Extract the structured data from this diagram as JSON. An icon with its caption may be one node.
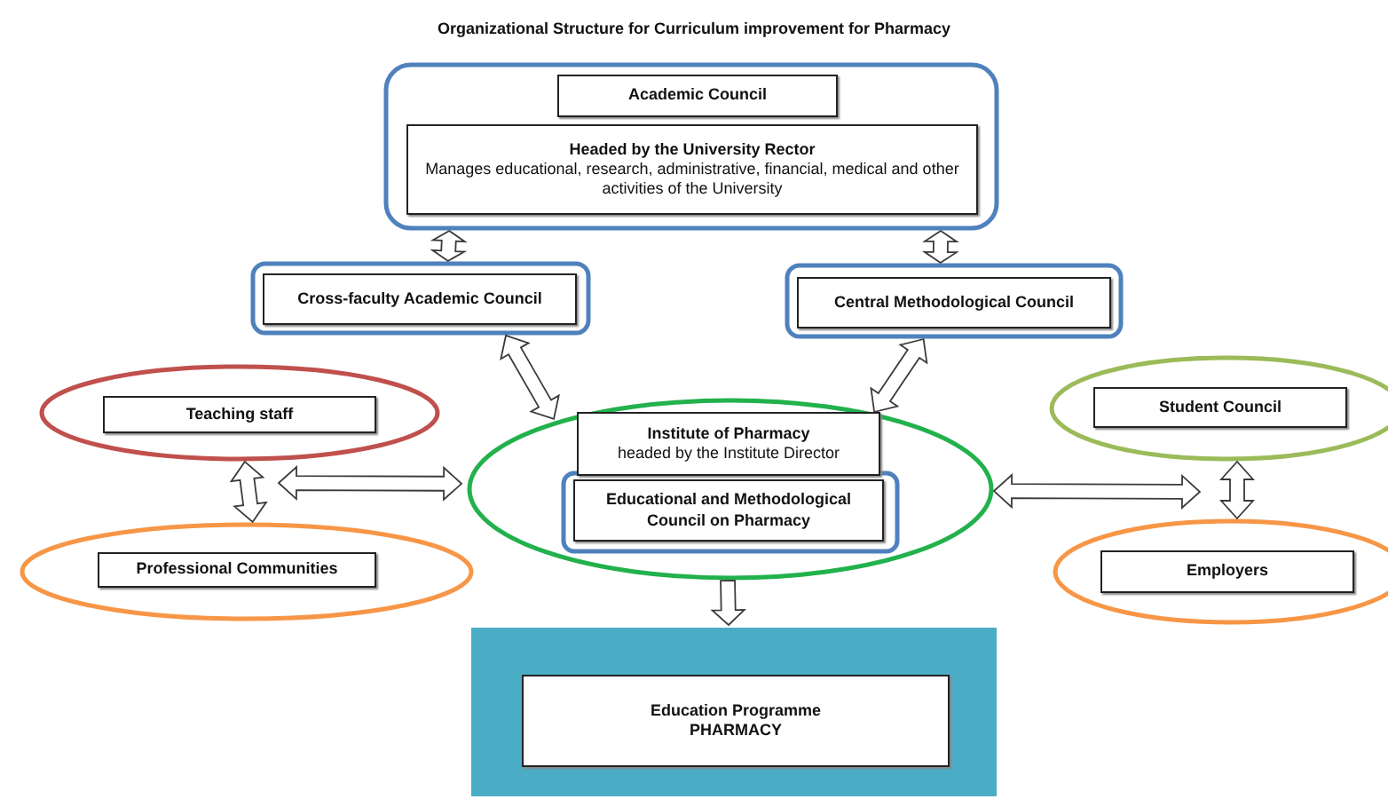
{
  "diagram": {
    "title": "Organizational Structure for Curriculum improvement for Pharmacy",
    "nodes": [
      {
        "text": [],
        "shape": "box"
      },
      {
        "text": [
          "Academic Council"
        ],
        "in": 0
      },
      {
        "text": [
          "Headed by the University Rector",
          "Manages educational, research, administrative, financial, medical and other activities of the University"
        ],
        "in": 0
      },
      {
        "text": [],
        "shape": "box"
      },
      {
        "text": [
          "Cross-faculty Academic Council"
        ],
        "in": 3
      },
      {
        "text": [],
        "shape": "box"
      },
      {
        "text": [
          "Central Methodological Council"
        ],
        "in": 5
      },
      {
        "text": [],
        "shape": "ellipse"
      },
      {
        "text": [
          "Institute of Pharmacy",
          "headed by the Institute Director"
        ],
        "in": 7
      },
      {
        "text": [],
        "shape": "box",
        "in": 7
      },
      {
        "text": [
          "Educational and Methodological Council on Pharmacy"
        ],
        "in": 9
      },
      {
        "text": [],
        "shape": "ellipse"
      },
      {
        "text": [
          "Teaching staff"
        ],
        "in": 11
      },
      {
        "text": [],
        "shape": "ellipse"
      },
      {
        "text": [
          "Professional Communities"
        ],
        "in": 13
      },
      {
        "text": [],
        "shape": "ellipse"
      },
      {
        "text": [
          "Student Council"
        ],
        "in": 15
      },
      {
        "text": [],
        "shape": "ellipse"
      },
      {
        "text": [
          "Employers"
        ],
        "in": 17
      },
      {
        "text": [],
        "shape": "box"
      },
      {
        "text": [
          "Education Programme",
          "PHARMACY"
        ],
        "in": 19
      }
    ],
    "edges": [
      {
        "from": 0,
        "to": 3,
        "arrow": "both"
      },
      {
        "from": 0,
        "to": 5,
        "arrow": "both"
      },
      {
        "from": 3,
        "to": 8,
        "arrow": "both"
      },
      {
        "from": 5,
        "to": 8,
        "arrow": "both"
      },
      {
        "from": 11,
        "to": 13,
        "arrow": "both"
      },
      {
        "from": null,
        "to": 7,
        "arrow": "both"
      },
      {
        "from": 7,
        "to": null,
        "arrow": "both"
      },
      {
        "from": 15,
        "to": 17,
        "arrow": "both"
      },
      {
        "from": 7,
        "to": 19,
        "arrow": "to"
      }
    ]
  }
}
